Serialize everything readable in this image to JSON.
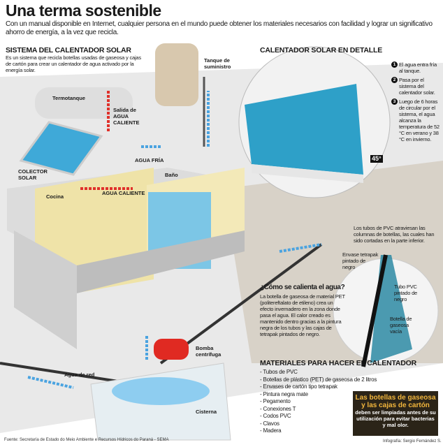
{
  "title": "Una terma sostenible",
  "subtitle": "Con un manual disponible en Internet, cualquier persona en el mundo puede obtener los materiales necesarios con facilidad y lograr un significativo ahorro de energía, a la vez que recicla.",
  "system": {
    "heading": "SISTEMA DEL CALENTADOR SOLAR",
    "description": "Es un sistema que recicla botellas usadas de gaseosa y cajas de cartón para crear un calentador de agua activado por la energía solar.",
    "labels": {
      "tank": "Tanque de suministro",
      "thermotank": "Termotanque",
      "hot_outlet_1": "Salida de",
      "hot_outlet_2": "AGUA CALIENTE",
      "cold_water": "AGUA FRÍA",
      "collector": "COLECTOR SOLAR",
      "bathroom": "Baño",
      "kitchen": "Cocina",
      "hot_water": "AGUA CALIENTE",
      "pump": "Bomba centrífuga",
      "mains_water": "Agua de red",
      "cistern": "Cisterna"
    }
  },
  "detail": {
    "heading": "CALENTADOR SOLAR EN DETALLE",
    "angle": "45°",
    "steps": [
      {
        "n": "1",
        "text": "El agua entra fría al tanque."
      },
      {
        "n": "2",
        "text": "Pasa por el sistema del calentador solar."
      },
      {
        "n": "3",
        "text": "Luego de 6 horas de circular por el sistema, el agua alcanza la temperatura de 52 °C en verano y 38 °C en invierno."
      }
    ]
  },
  "bottle": {
    "intro": "Los tubos de PVC atraviesan las columnas de botellas, las cuales han sido cortadas en la parte inferior.",
    "tetrapak": "Envase tetrapak pintado de negro",
    "pvc": "Tubo PVC pintado de negro",
    "bottle": "Botella de gaseosa vacía"
  },
  "how": {
    "heading": "¿Cómo se calienta el agua?",
    "text": "La botella de gaseosa de material PET (politereftalato de etileno) crea un efecto invernadero en la zona donde pasa el agua. El calor creado es mantenido dentro gracias a la pintura negra de los tubos y las cajas de tetrapak pintados de negro."
  },
  "materials": {
    "heading": "MATERIALES PARA HACER EL CALENTADOR",
    "items": [
      "- Tubos de PVC",
      "- Botellas de plástico (PET) de gaseosa de 2 litros",
      "- Envases de cartón tipo tetrapak",
      "- Pintura negra mate",
      "- Pegamento",
      "- Conexiones T",
      "- Codos PVC",
      "- Clavos",
      "- Madera"
    ]
  },
  "note": {
    "title": "Las botellas de gaseosa y las cajas de cartón",
    "text": "deben ser limpiadas antes de su utilización para evitar bacterias y mal olor."
  },
  "source": "Fuente: Secretaría de Estado do Meio Ambiente e Recursos Hídricos do Paraná - SEMA",
  "credit": "Infografía: Sergio Fernández S.",
  "colors": {
    "hot": "#e0302a",
    "cold": "#4aa3e0",
    "panel": "#3fa9d8",
    "wall": "#efe3a8",
    "box": "#2b2418",
    "accent": "#f2b63c"
  }
}
